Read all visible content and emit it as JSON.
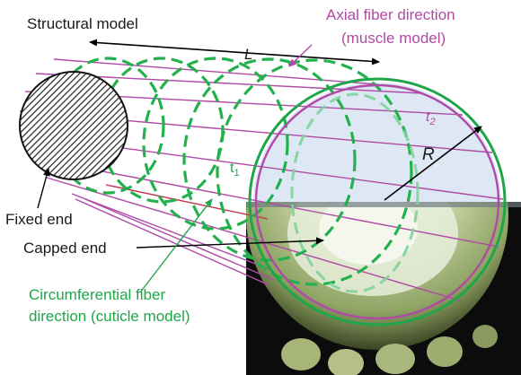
{
  "labels": {
    "structural_model": "Structural model",
    "axial_line1": "Axial fiber direction",
    "axial_line2": "(muscle model)",
    "length": "L",
    "radius": "R",
    "t2": "t",
    "t2_sub": "2",
    "t1": "t",
    "t1_sub": "1",
    "fixed_end": "Fixed end",
    "capped_end": "Capped end",
    "circ_line1": "Circumferential fiber",
    "circ_line2": "direction (cuticle model)"
  },
  "colors": {
    "axial": "#b04aa6",
    "circumferential": "#1fa64a",
    "dashed_green": "#22b14c",
    "cap_fill": "#dde8f4",
    "text": "#1a1a1a"
  },
  "photo": {
    "description_icon": "muscle-tissue-photo"
  }
}
